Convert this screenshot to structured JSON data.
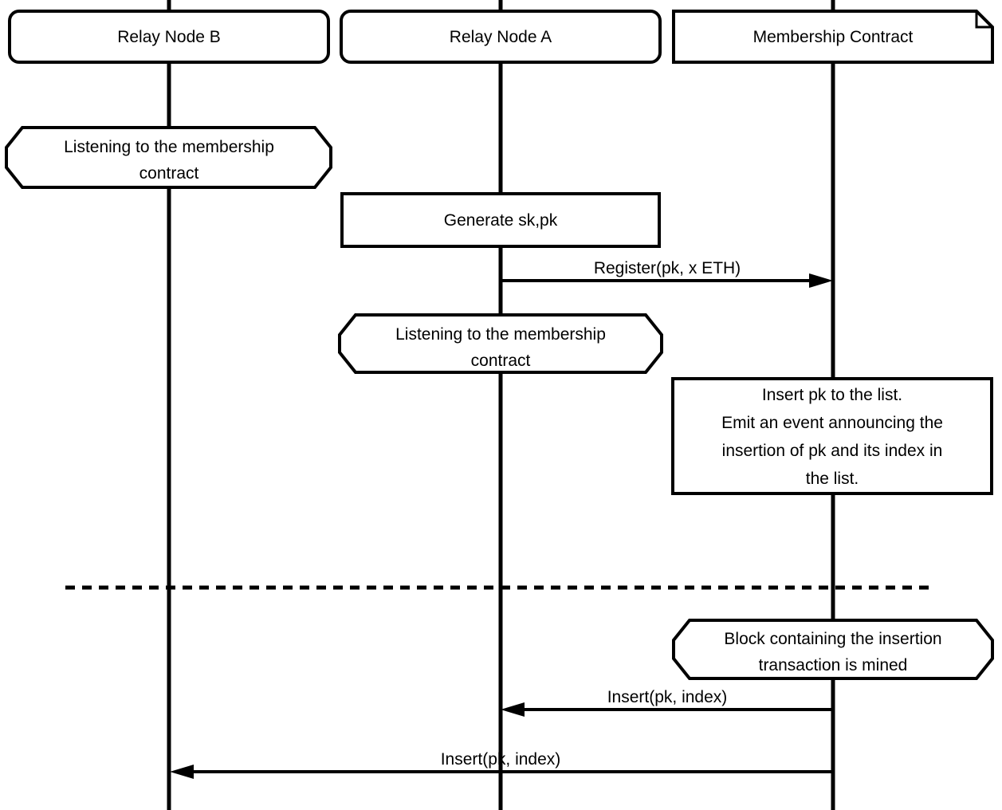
{
  "participants": [
    {
      "label": "Relay Node B"
    },
    {
      "label": "Relay Node A"
    },
    {
      "label": "Membership Contract"
    }
  ],
  "actions": {
    "listening_b": {
      "line1": "Listening to the membership",
      "line2": "contract"
    },
    "generate_keys": {
      "label": "Generate sk,pk"
    },
    "listening_a": {
      "line1": "Listening to the membership",
      "line2": "contract"
    },
    "insert_pk": {
      "line1": "Insert pk to the list.",
      "line2": "Emit an event announcing the",
      "line3": "insertion of pk and its index in",
      "line4": "the list."
    },
    "block_mined": {
      "line1": "Block containing the insertion",
      "line2": "transaction is mined"
    }
  },
  "messages": {
    "register": {
      "label": "Register(pk, x ETH)",
      "from": "Relay Node A",
      "to": "Membership Contract"
    },
    "insert_to_a": {
      "label": "Insert(pk, index)",
      "from": "Membership Contract",
      "to": "Relay Node A"
    },
    "insert_to_b": {
      "label": "Insert(pk, index)",
      "from": "Membership Contract",
      "to": "Relay Node B"
    }
  },
  "colors": {
    "stroke": "#000000",
    "fill": "#ffffff",
    "background": "#ffffff"
  }
}
